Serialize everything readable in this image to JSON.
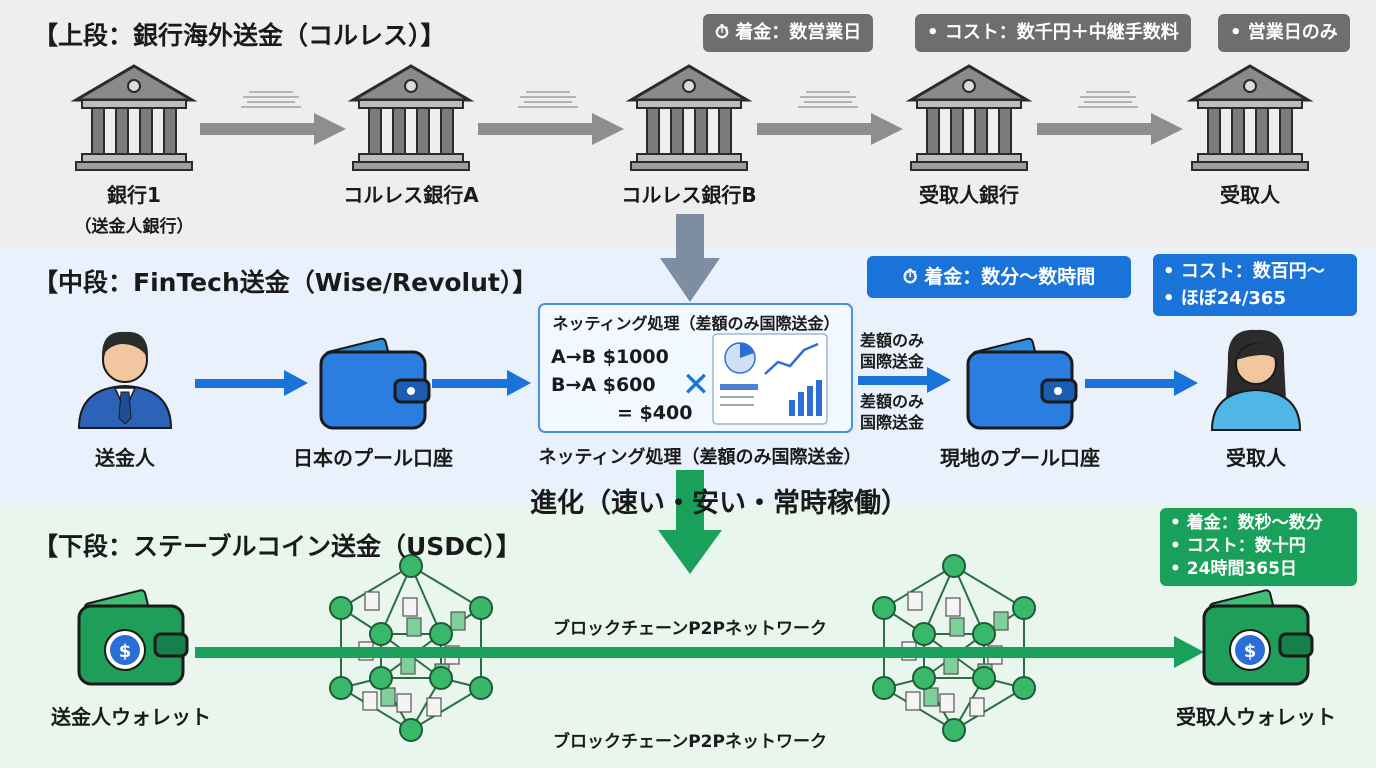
{
  "top": {
    "title": "【上段：銀行海外送金（コルレス）】",
    "badges": [
      "着金：数営業日",
      "• コスト：数千円＋中継手数料",
      "• 営業日のみ"
    ],
    "nodes": [
      "銀行1",
      "コルレス銀行A",
      "コルレス銀行B",
      "受取人銀行",
      "受取人"
    ],
    "node1_sub": "（送金人銀行）"
  },
  "mid": {
    "title": "【中段：FinTech送金（Wise/Revolut）】",
    "time_badge": "着金：数分〜数時間",
    "cost_lines": [
      "• コスト：数百円〜",
      "• ほぼ24/365"
    ],
    "sender": "送金人",
    "pool_jp": "日本のプール口座",
    "netting_title": "ネッティング処理（差額のみ国際送金）",
    "netting_lines": [
      "A→B $1000",
      "B→A $600",
      "= $400"
    ],
    "netting_label": "ネッティング処理（差額のみ国際送金）",
    "diff_label": "差額のみ国際送金",
    "pool_local": "現地のプール口座",
    "receiver": "受取人"
  },
  "evolution": "進化（速い・安い・常時稼働）",
  "bot": {
    "title": "【下段：ステーブルコイン送金（USDC）】",
    "info_lines": [
      "• 着金：数秒〜数分",
      "• コスト：数十円",
      "• 24時間365日"
    ],
    "sender_wallet": "送金人ウォレット",
    "network_label_top": "ブロックチェーンP2Pネットワーク",
    "network_label_bottom": "ブロックチェーンP2Pネットワーク",
    "receiver_wallet": "受取人ウォレット"
  },
  "colors": {
    "bank_gray": "#6e6e6e",
    "fintech_blue": "#1a73d9",
    "stable_green": "#19a05a"
  }
}
